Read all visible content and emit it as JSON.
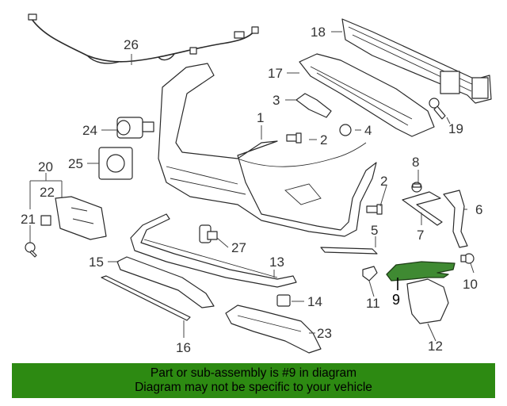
{
  "parts": {
    "p1": "1",
    "p2a": "2",
    "p2b": "2",
    "p3": "3",
    "p4": "4",
    "p5": "5",
    "p6": "6",
    "p7": "7",
    "p8": "8",
    "p9": "9",
    "p10": "10",
    "p11": "11",
    "p12": "12",
    "p13": "13",
    "p14": "14",
    "p15": "15",
    "p16": "16",
    "p17": "17",
    "p18": "18",
    "p19": "19",
    "p20": "20",
    "p21": "21",
    "p22": "22",
    "p23": "23",
    "p24": "24",
    "p25": "25",
    "p26": "26",
    "p27": "27"
  },
  "highlighted_part": "9",
  "highlight_color": "#3f8a32",
  "banner": {
    "line1": "Part or sub-assembly is #9 in diagram",
    "line2": "Diagram may not be specific to your vehicle",
    "background": "#2d8a12"
  }
}
